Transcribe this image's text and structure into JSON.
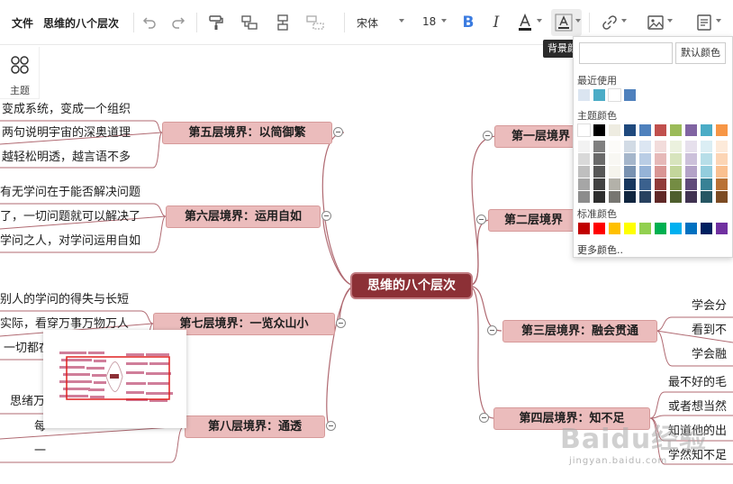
{
  "toolbar": {
    "file_menu": "文件",
    "doc_title": "思维的八个层次",
    "font_family": "宋体",
    "font_size": "18",
    "bold_glyph": "B",
    "italic_glyph": "I",
    "tooltip": "背景颜色"
  },
  "theme_panel": {
    "label": "主题"
  },
  "mindmap": {
    "central": "思维的八个层次",
    "left_branches": [
      {
        "title": "第五层境界：以简御繁",
        "leaves": [
          "变成系统，变成一个组织",
          "两句说明宇宙的深奥道理",
          "越轻松明透，越言语不多"
        ]
      },
      {
        "title": "第六层境界：运用自如",
        "leaves": [
          "有无学问在于能否解决问题",
          "了，一切问题就可以解决了",
          "学问之人，对学问运用自如"
        ]
      },
      {
        "title": "第七层境界：一览众山小",
        "leaves": [
          "别人的学问的得失与长短",
          "实际，看穿万事万物万人",
          "一切都在你的掌握之中"
        ]
      },
      {
        "title": "第八层境界：通透",
        "leaves": [
          "思绪万",
          "每",
          "一"
        ]
      }
    ],
    "right_branches": [
      {
        "title": "第一层境界",
        "leaves": []
      },
      {
        "title": "第二层境界",
        "leaves": []
      },
      {
        "title": "第三层境界：融会贯通",
        "leaves": [
          "学会分",
          "看到不",
          "学会融"
        ]
      },
      {
        "title": "第四层境界：知不足",
        "leaves": [
          "最不好的毛",
          "或者想当然",
          "知道他的出",
          "学然知不足"
        ]
      }
    ]
  },
  "color_picker": {
    "default_button": "默认颜色",
    "recent_label": "最近使用",
    "theme_label": "主题颜色",
    "standard_label": "标准颜色",
    "more_label": "更多颜色..",
    "recent_colors": [
      "#dbe5f1",
      "#4bacc6",
      "#ffffff",
      "#4f81bd"
    ],
    "theme_top_colors": [
      "#ffffff",
      "#000000",
      "#eeece1",
      "#1f497d",
      "#4f81bd",
      "#c0504d",
      "#9bbb59",
      "#8064a2",
      "#4bacc6",
      "#f79646"
    ],
    "standard_colors": [
      "#c00000",
      "#ff0000",
      "#ffc000",
      "#ffff00",
      "#92d050",
      "#00b050",
      "#00b0f0",
      "#0070c0",
      "#002060",
      "#7030a0"
    ]
  },
  "watermark": {
    "brand": "Baidu经验",
    "url": "jingyan.baidu.com"
  },
  "colors": {
    "central_fill": "#8c3036",
    "branch_fill": "#ebbcbc",
    "connector": "#b06a72",
    "accent_blue": "#3a7be0"
  }
}
